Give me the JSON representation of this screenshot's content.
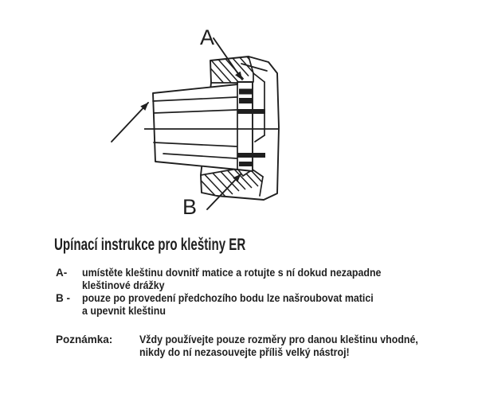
{
  "colors": {
    "ink": "#1f1f1f",
    "paper": "#ffffff"
  },
  "figure": {
    "description": "cutaway line drawing of an ER collet inserted into a clamping nut",
    "callout_a": "A",
    "callout_b": "B"
  },
  "heading": "Upínací instrukce pro kleštiny ER",
  "instructions": [
    {
      "label": "A-",
      "line1": "umístěte kleštinu dovnitř matice a rotujte s ní dokud nezapadne",
      "line2": "kleštinové drážky"
    },
    {
      "label": "B -",
      "line1": "pouze po provedení předchozího bodu lze našroubovat matici",
      "line2": "a upevnit kleštinu"
    }
  ],
  "note": {
    "label": "Poznámka:",
    "line1": "Vždy používejte pouze rozměry pro danou kleštinu vhodné,",
    "line2": "nikdy do ní nezasouvejte příliš velký nástroj!"
  }
}
